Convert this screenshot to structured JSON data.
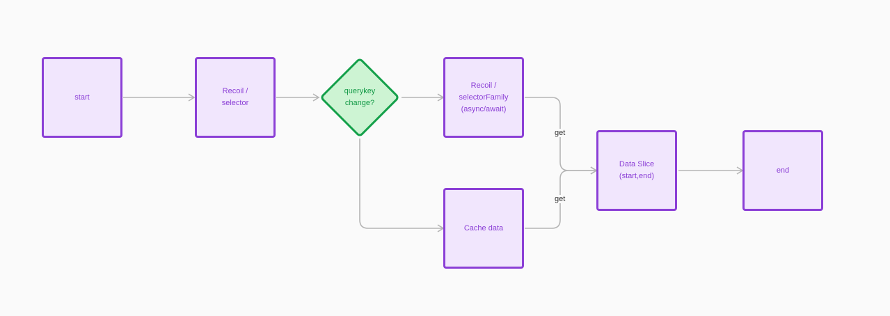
{
  "diagram": {
    "nodes": {
      "start": "start",
      "selector": "Recoil /\nselector",
      "decision": "querykey\nchange?",
      "selector_family": "Recoil /\nselectorFamily\n(async/await)",
      "cache": "Cache data",
      "data_slice": "Data Slice\n(start,end)",
      "end": "end"
    },
    "edge_labels": {
      "get_upper": "get",
      "get_lower": "get"
    }
  },
  "colors": {
    "process_fill": "#f1e6fd",
    "process_border": "#8b3fd6",
    "decision_fill": "#cdf4d3",
    "decision_border": "#14a04a",
    "edge": "#b5b5b5",
    "background": "#fafafa"
  }
}
